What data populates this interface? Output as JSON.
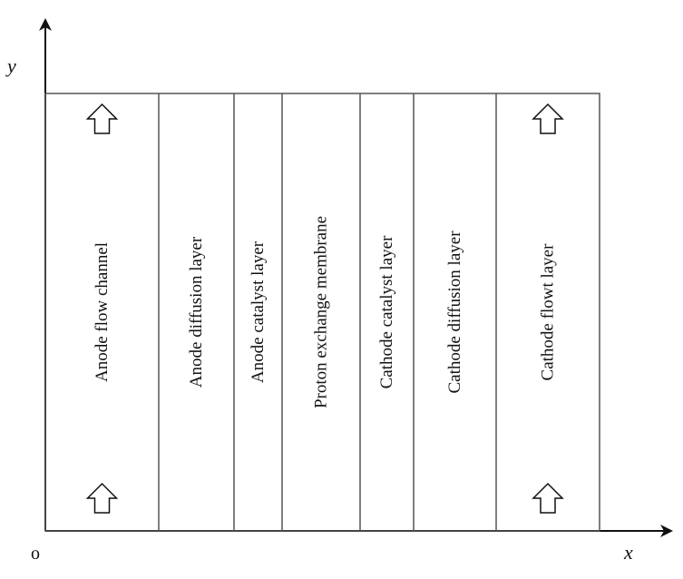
{
  "axes": {
    "x_label": "x",
    "y_label": "y",
    "origin_label": "o"
  },
  "layers": [
    {
      "label": "Anode flow channel",
      "flow_arrows": true
    },
    {
      "label": "Anode diffusion layer",
      "flow_arrows": false
    },
    {
      "label": "Anode catalyst layer",
      "flow_arrows": false
    },
    {
      "label": "Proton exchange membrane",
      "flow_arrows": false
    },
    {
      "label": "Cathode catalyst layer",
      "flow_arrows": false
    },
    {
      "label": "Cathode diffusion layer",
      "flow_arrows": false
    },
    {
      "label": "Cathode flowt layer",
      "flow_arrows": true
    }
  ],
  "colors": {
    "line": "#555555",
    "axis": "#111111",
    "text": "#111111"
  }
}
